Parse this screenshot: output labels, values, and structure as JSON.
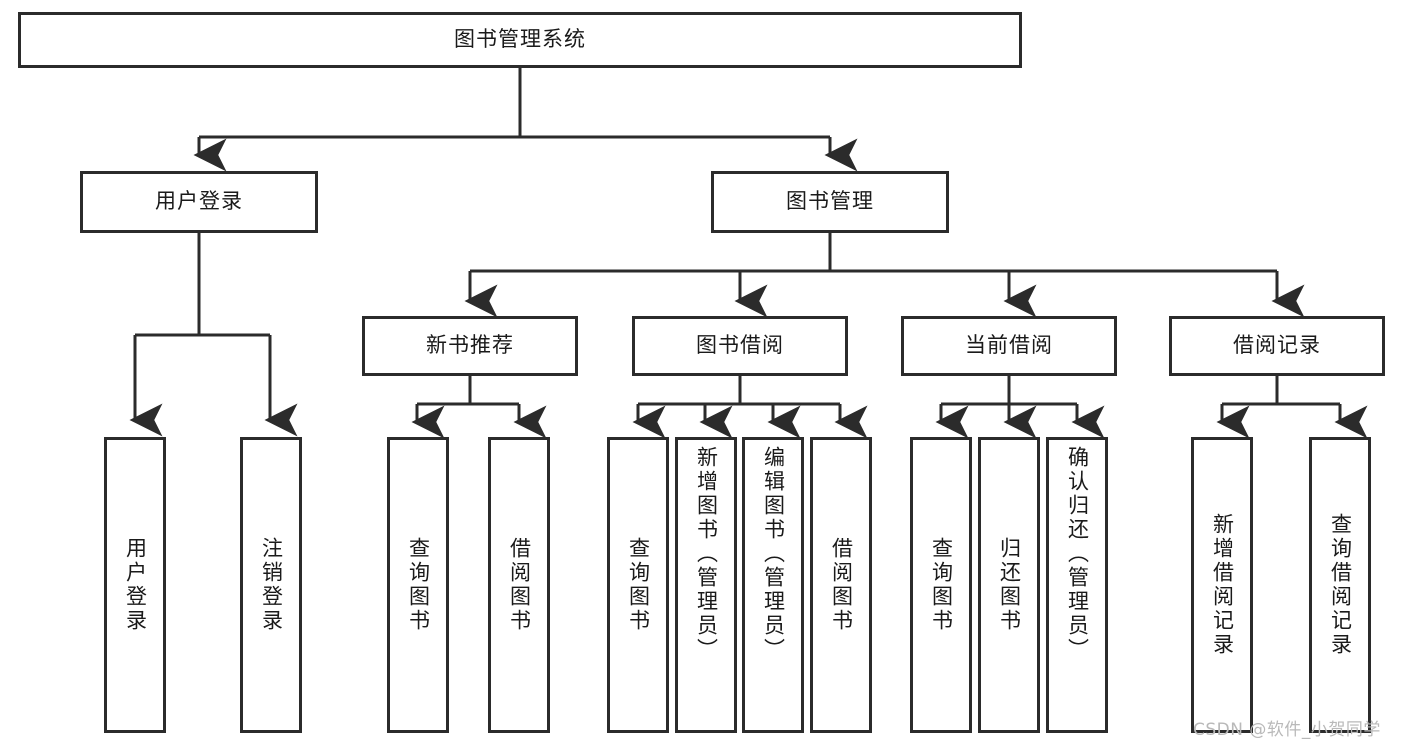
{
  "diagram": {
    "type": "tree-hierarchy-diagram",
    "title": "图书管理系统",
    "watermark": "CSDN @软件_小贺同学",
    "colors": {
      "stroke": "#2b2b2b",
      "fill": "#ffffff",
      "text": "#1a1a1a",
      "watermark": "#b9b9b9"
    },
    "levels": {
      "root": {
        "label": "图书管理系统"
      },
      "level2": [
        {
          "label": "用户登录"
        },
        {
          "label": "图书管理"
        }
      ],
      "level3": [
        {
          "label": "新书推荐"
        },
        {
          "label": "图书借阅"
        },
        {
          "label": "当前借阅"
        },
        {
          "label": "借阅记录"
        }
      ],
      "leaves_user_login": [
        {
          "label": "用户登录"
        },
        {
          "label": "注销登录"
        }
      ],
      "leaves_new_book": [
        {
          "label": "查询图书"
        },
        {
          "label": "借阅图书"
        }
      ],
      "leaves_borrow": [
        {
          "label": "查询图书"
        },
        {
          "label": "新增图书（管理员）"
        },
        {
          "label": "编辑图书（管理员）"
        },
        {
          "label": "借阅图书"
        }
      ],
      "leaves_current": [
        {
          "label": "查询图书"
        },
        {
          "label": "归还图书"
        },
        {
          "label": "确认归还（管理员）"
        }
      ],
      "leaves_records": [
        {
          "label": "新增借阅记录"
        },
        {
          "label": "查询借阅记录"
        }
      ]
    }
  }
}
